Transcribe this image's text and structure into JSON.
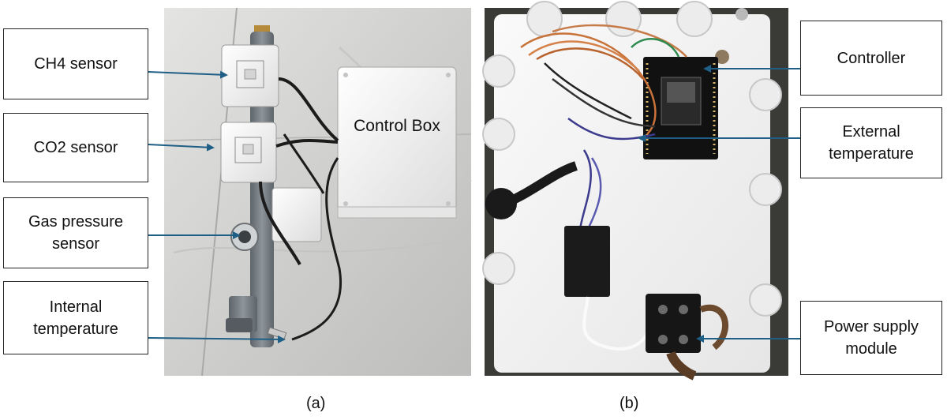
{
  "panel_a": {
    "caption": "(a)",
    "control_box_label": "Control Box",
    "labels": {
      "ch4": "CH4 sensor",
      "co2": "CO2 sensor",
      "gas_pressure": "Gas pressure sensor",
      "internal_temperature": "Internal temperature"
    }
  },
  "panel_b": {
    "caption": "(b)",
    "labels": {
      "controller": "Controller",
      "external_temperature": "External temperature",
      "power_supply": "Power supply module"
    }
  },
  "colors": {
    "arrow": "#1f5f86",
    "floor": "#d6d6d4",
    "box_white": "#f2f2f2",
    "pipe_gray": "#7b8288"
  }
}
